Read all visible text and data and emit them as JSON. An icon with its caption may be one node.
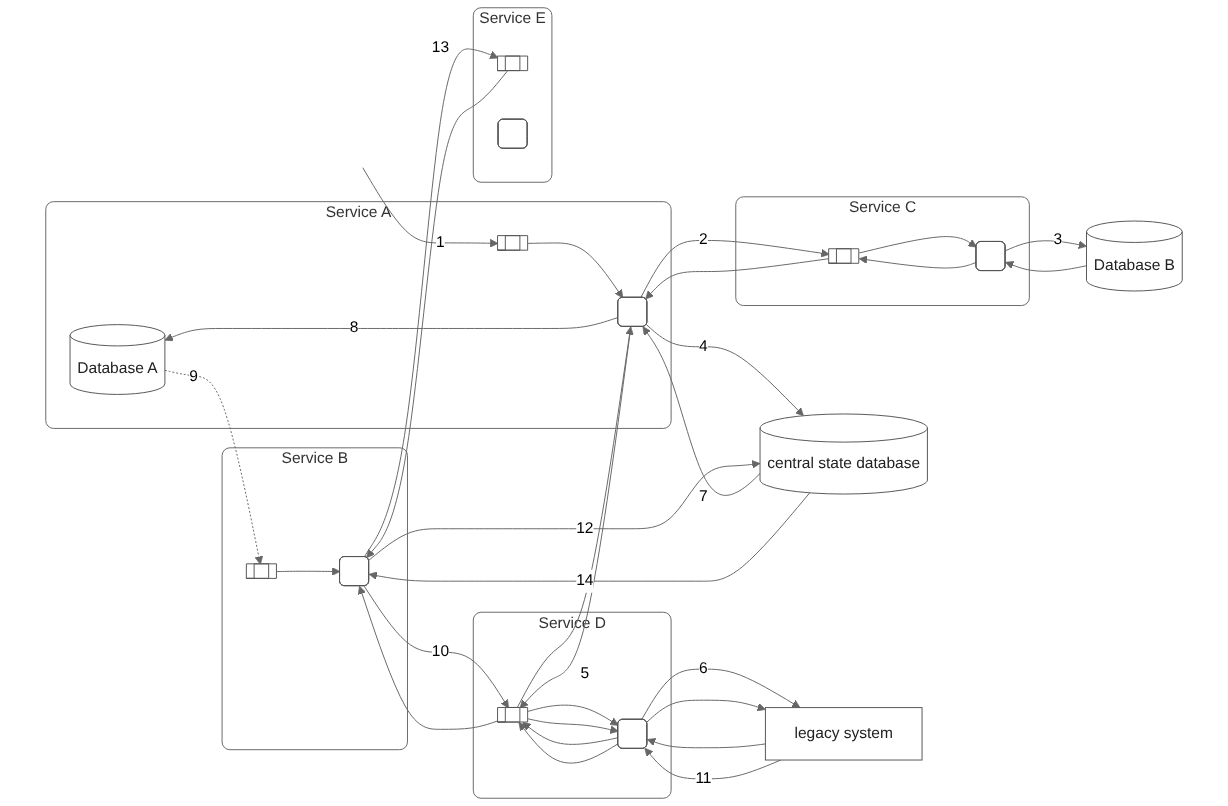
{
  "diagram": {
    "nodes": [
      {
        "text": [
          "Service A"
        ]
      },
      {
        "text": [
          "Database A"
        ],
        "in": 0
      },
      {
        "text": [],
        "shape": "queue",
        "in": 0
      },
      {
        "text": [],
        "shape": "box",
        "in": 0
      },
      {
        "text": [
          "central state database"
        ]
      },
      {
        "text": [
          "Service B"
        ]
      },
      {
        "text": [],
        "shape": "queue",
        "in": 5
      },
      {
        "text": [],
        "shape": "box",
        "in": 5
      },
      {
        "text": [
          "Service C"
        ]
      },
      {
        "text": [],
        "shape": "queue",
        "in": 8
      },
      {
        "text": [],
        "shape": "box",
        "in": 8
      },
      {
        "text": [
          "Database B"
        ]
      },
      {
        "text": [
          "Service D"
        ]
      },
      {
        "text": [],
        "shape": "queue",
        "in": 12
      },
      {
        "text": [],
        "shape": "box",
        "in": 12
      },
      {
        "text": [
          "legacy system"
        ]
      },
      {
        "text": [
          "Service E"
        ]
      },
      {
        "text": [],
        "shape": "queue",
        "in": 16
      },
      {
        "text": [],
        "shape": "box",
        "in": 16
      }
    ],
    "edges": [
      {
        "from": null,
        "to": 2,
        "arrow": "to",
        "label": "1"
      },
      {
        "from": 2,
        "to": 3,
        "arrow": "to"
      },
      {
        "from": 3,
        "to": 1,
        "arrow": "to",
        "label": "8"
      },
      {
        "from": 3,
        "to": 4,
        "arrow": "to",
        "label": "4"
      },
      {
        "from": 4,
        "to": 3,
        "arrow": "to",
        "label": "7"
      },
      {
        "from": 3,
        "to": 9,
        "arrow": "to",
        "label": "2"
      },
      {
        "from": 9,
        "to": 3,
        "arrow": "to"
      },
      {
        "from": 9,
        "to": 10,
        "arrow": "to"
      },
      {
        "from": 10,
        "to": 9,
        "arrow": "to"
      },
      {
        "from": 10,
        "to": 11,
        "arrow": "to",
        "label": "3"
      },
      {
        "from": 11,
        "to": 10,
        "arrow": "to"
      },
      {
        "from": 3,
        "to": 13,
        "arrow": "to",
        "label": "5"
      },
      {
        "from": 13,
        "to": 3,
        "arrow": "to"
      },
      {
        "from": 7,
        "to": 13,
        "arrow": "to",
        "label": "10"
      },
      {
        "from": 13,
        "to": 7,
        "arrow": "to"
      },
      {
        "from": 13,
        "to": 14,
        "arrow": "to"
      },
      {
        "from": 14,
        "to": 13,
        "arrow": "to"
      },
      {
        "from": 13,
        "to": 14,
        "arrow": "to"
      },
      {
        "from": 14,
        "to": 13,
        "arrow": "to"
      },
      {
        "from": 14,
        "to": 15,
        "arrow": "to",
        "label": "6"
      },
      {
        "from": 15,
        "to": 14,
        "arrow": "to"
      },
      {
        "from": 14,
        "to": 15,
        "arrow": "to"
      },
      {
        "from": 15,
        "to": 14,
        "arrow": "to",
        "label": "11"
      },
      {
        "from": 1,
        "to": 6,
        "arrow": "to",
        "label": "9",
        "style": "dashed"
      },
      {
        "from": 6,
        "to": 7,
        "arrow": "to"
      },
      {
        "from": 7,
        "to": 4,
        "arrow": "to",
        "label": "12"
      },
      {
        "from": 4,
        "to": 7,
        "arrow": "to",
        "label": "14"
      },
      {
        "from": 7,
        "to": 17,
        "arrow": "to",
        "label": "13"
      },
      {
        "from": 17,
        "to": 7,
        "arrow": "to"
      }
    ]
  }
}
